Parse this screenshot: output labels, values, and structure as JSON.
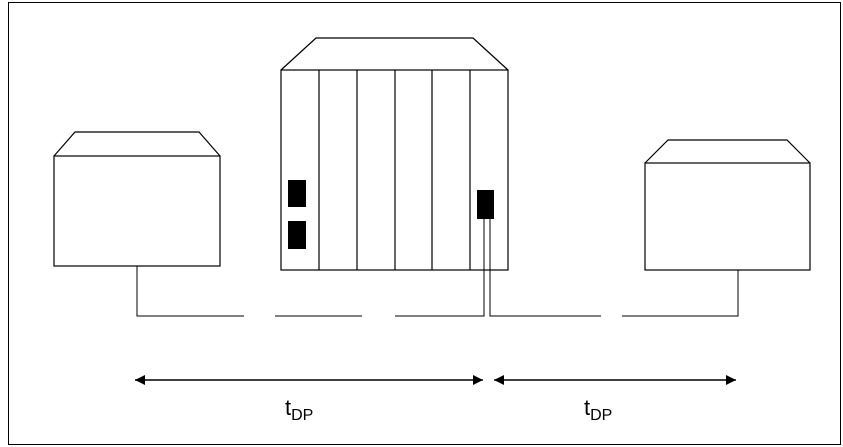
{
  "diagram": {
    "arrow_labels": [
      {
        "main": "t",
        "sub": "DP"
      },
      {
        "main": "t",
        "sub": "DP"
      }
    ]
  }
}
